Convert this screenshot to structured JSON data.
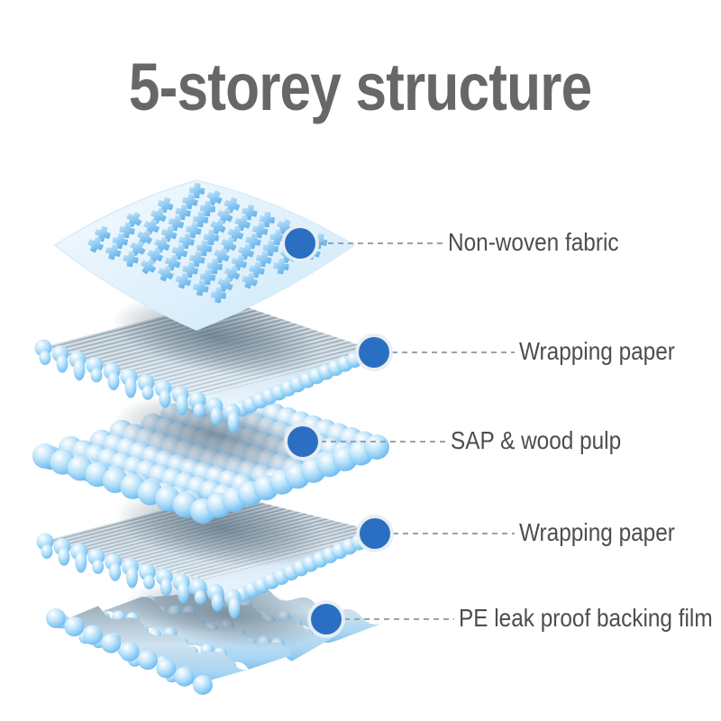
{
  "title": "5-storey structure",
  "colors": {
    "title_text": "#676767",
    "label_text": "#4d4d4d",
    "marker_blue": "#2b6fc2",
    "marker_ring": "#e8eef2",
    "leader_dash": "#9aa2a8",
    "sheet_light": "#e8f4fd",
    "sheet_mid": "#cfe9f9",
    "cross_blue": "#5fb0ea",
    "bump_blue": "#59b1ee",
    "ball_blue": "#57a8e7",
    "face_gray": "#8d9dab",
    "shadow_gray": "#5f7383"
  },
  "layers": [
    {
      "id": "non-woven-fabric",
      "label": "Non-woven fabric",
      "marker_icon": "dot-marker"
    },
    {
      "id": "wrapping-paper-top",
      "label": "Wrapping paper",
      "marker_icon": "dot-marker"
    },
    {
      "id": "sap-wood-pulp",
      "label": "SAP & wood pulp",
      "marker_icon": "dot-marker"
    },
    {
      "id": "wrapping-paper-bottom",
      "label": "Wrapping paper",
      "marker_icon": "dot-marker"
    },
    {
      "id": "pe-backing-film",
      "label": "PE leak proof backing film",
      "marker_icon": "dot-marker"
    }
  ]
}
